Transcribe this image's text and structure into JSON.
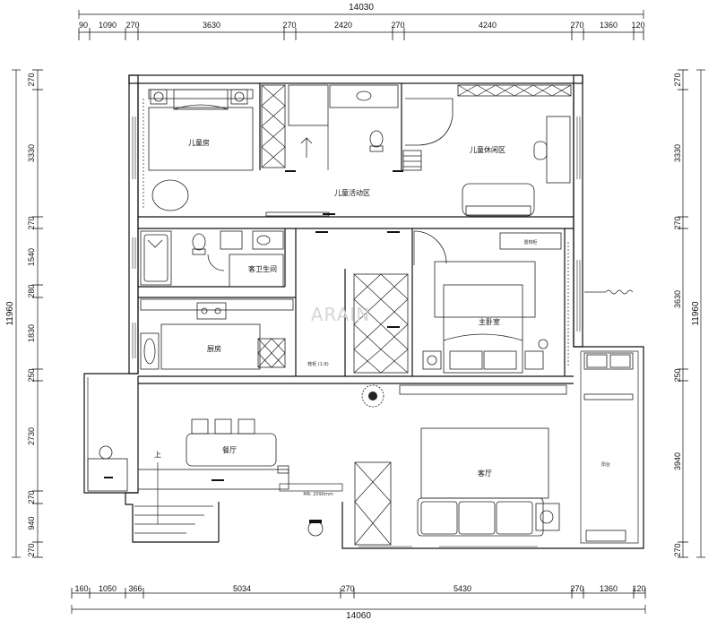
{
  "dimensions": {
    "top_total": "14030",
    "top_segments": [
      "90",
      "1090",
      "270",
      "3630",
      "270",
      "2420",
      "270",
      "4240",
      "270",
      "1360",
      "120"
    ],
    "bottom_total": "14060",
    "bottom_segments": [
      "160",
      "1050",
      "366",
      "5034",
      "270",
      "5430",
      "270",
      "1360",
      "120"
    ],
    "left_total": "11960",
    "left_segments": [
      "270",
      "3330",
      "270",
      "1540",
      "280",
      "1830",
      "250",
      "2730",
      "270",
      "940",
      "270"
    ],
    "right_total": "11960",
    "right_segments": [
      "270",
      "3330",
      "270",
      "3630",
      "250",
      "3940",
      "270"
    ]
  },
  "rooms": {
    "child_bedroom": "儿童房",
    "child_activity": "儿童活动区",
    "child_leisure": "儿童休闲区",
    "guest_bathroom": "客卫生间",
    "kitchen": "厨房",
    "master_bedroom": "主卧室",
    "dining": "餐厅",
    "living": "客厅"
  },
  "annotations": {
    "stair_up": "上",
    "door_width": "MR: 2090mm"
  },
  "watermark": "ARAIN"
}
